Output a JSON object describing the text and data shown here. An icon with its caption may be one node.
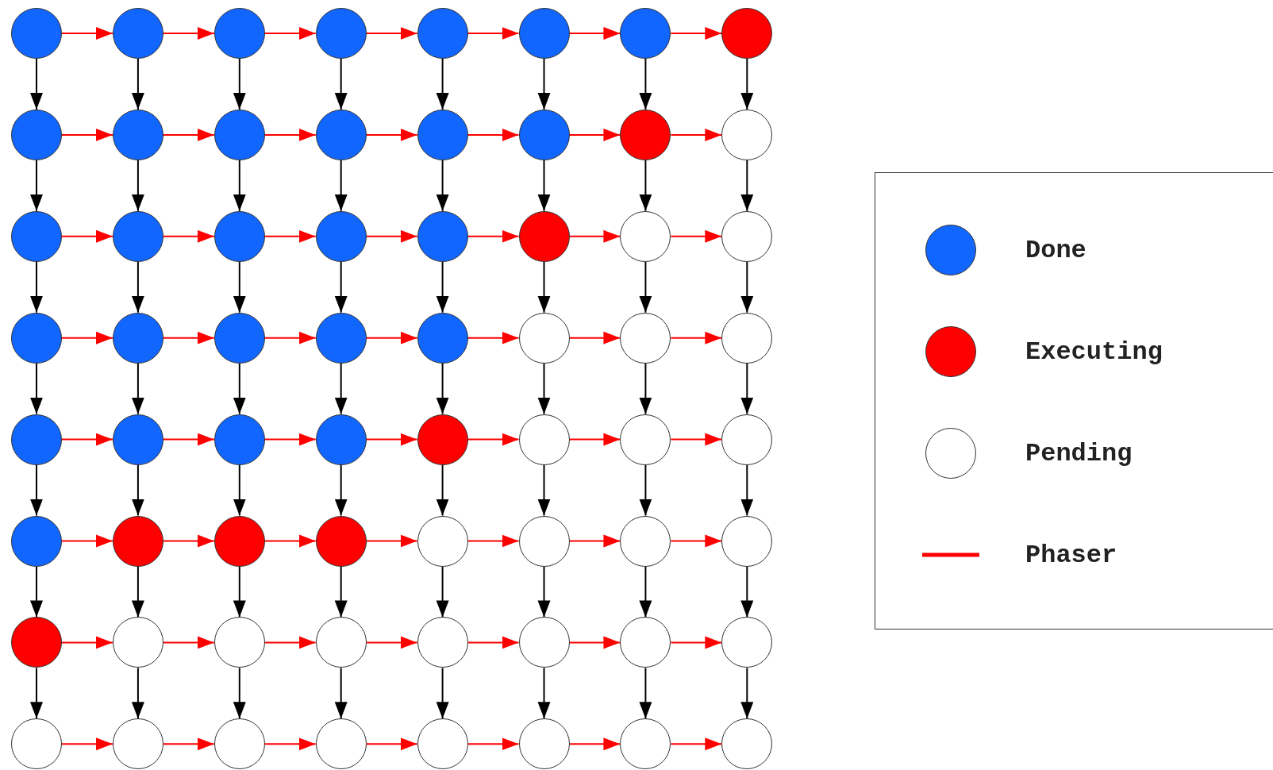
{
  "diagram": {
    "nodes": [
      {
        "text": [],
        "shape": "circle"
      },
      {
        "text": [],
        "shape": "circle"
      },
      {
        "text": [],
        "shape": "circle"
      },
      {
        "text": [],
        "shape": "circle"
      },
      {
        "text": [],
        "shape": "circle"
      },
      {
        "text": [],
        "shape": "circle"
      },
      {
        "text": [],
        "shape": "circle"
      },
      {
        "text": [],
        "shape": "circle"
      },
      {
        "text": [],
        "shape": "circle"
      },
      {
        "text": [],
        "shape": "circle"
      },
      {
        "text": [],
        "shape": "circle"
      },
      {
        "text": [],
        "shape": "circle"
      },
      {
        "text": [],
        "shape": "circle"
      },
      {
        "text": [],
        "shape": "circle"
      },
      {
        "text": [],
        "shape": "circle"
      },
      {
        "text": [],
        "shape": "circle"
      },
      {
        "text": [],
        "shape": "circle"
      },
      {
        "text": [],
        "shape": "circle"
      },
      {
        "text": [],
        "shape": "circle"
      },
      {
        "text": [],
        "shape": "circle"
      },
      {
        "text": [],
        "shape": "circle"
      },
      {
        "text": [],
        "shape": "circle"
      },
      {
        "text": [],
        "shape": "circle"
      },
      {
        "text": [],
        "shape": "circle"
      },
      {
        "text": [],
        "shape": "circle"
      },
      {
        "text": [],
        "shape": "circle"
      },
      {
        "text": [],
        "shape": "circle"
      },
      {
        "text": [],
        "shape": "circle"
      },
      {
        "text": [],
        "shape": "circle"
      },
      {
        "text": [],
        "shape": "circle"
      },
      {
        "text": [],
        "shape": "circle"
      },
      {
        "text": [],
        "shape": "circle"
      },
      {
        "text": [],
        "shape": "circle"
      },
      {
        "text": [],
        "shape": "circle"
      },
      {
        "text": [],
        "shape": "circle"
      },
      {
        "text": [],
        "shape": "circle"
      },
      {
        "text": [],
        "shape": "circle"
      },
      {
        "text": [],
        "shape": "circle"
      },
      {
        "text": [],
        "shape": "circle"
      },
      {
        "text": [],
        "shape": "circle"
      },
      {
        "text": [],
        "shape": "circle"
      },
      {
        "text": [],
        "shape": "circle"
      },
      {
        "text": [],
        "shape": "circle"
      },
      {
        "text": [],
        "shape": "circle"
      },
      {
        "text": [],
        "shape": "circle"
      },
      {
        "text": [],
        "shape": "circle"
      },
      {
        "text": [],
        "shape": "circle"
      },
      {
        "text": [],
        "shape": "circle"
      },
      {
        "text": [],
        "shape": "circle"
      },
      {
        "text": [],
        "shape": "circle"
      },
      {
        "text": [],
        "shape": "circle"
      },
      {
        "text": [],
        "shape": "circle"
      },
      {
        "text": [],
        "shape": "circle"
      },
      {
        "text": [],
        "shape": "circle"
      },
      {
        "text": [],
        "shape": "circle"
      },
      {
        "text": [],
        "shape": "circle"
      },
      {
        "text": [],
        "shape": "circle"
      },
      {
        "text": [],
        "shape": "circle"
      },
      {
        "text": [],
        "shape": "circle"
      },
      {
        "text": [],
        "shape": "circle"
      },
      {
        "text": [],
        "shape": "circle"
      },
      {
        "text": [],
        "shape": "circle"
      },
      {
        "text": [],
        "shape": "circle"
      },
      {
        "text": [],
        "shape": "circle"
      }
    ],
    "edges": [
      {
        "from": 0,
        "to": 1,
        "arrow": "to",
        "color": "#ff0000"
      },
      {
        "from": 1,
        "to": 2,
        "arrow": "to",
        "color": "#ff0000"
      },
      {
        "from": 2,
        "to": 3,
        "arrow": "to",
        "color": "#ff0000"
      },
      {
        "from": 3,
        "to": 4,
        "arrow": "to",
        "color": "#ff0000"
      },
      {
        "from": 4,
        "to": 5,
        "arrow": "to",
        "color": "#ff0000"
      },
      {
        "from": 5,
        "to": 6,
        "arrow": "to",
        "color": "#ff0000"
      },
      {
        "from": 6,
        "to": 7,
        "arrow": "to",
        "color": "#ff0000"
      },
      {
        "from": 0,
        "to": 8,
        "arrow": "to",
        "color": "#000000"
      },
      {
        "from": 1,
        "to": 9,
        "arrow": "to",
        "color": "#000000"
      },
      {
        "from": 2,
        "to": 10,
        "arrow": "to",
        "color": "#000000"
      },
      {
        "from": 3,
        "to": 11,
        "arrow": "to",
        "color": "#000000"
      },
      {
        "from": 4,
        "to": 12,
        "arrow": "to",
        "color": "#000000"
      },
      {
        "from": 5,
        "to": 13,
        "arrow": "to",
        "color": "#000000"
      },
      {
        "from": 6,
        "to": 14,
        "arrow": "to",
        "color": "#000000"
      },
      {
        "from": 7,
        "to": 15,
        "arrow": "to",
        "color": "#000000"
      },
      {
        "from": 8,
        "to": 9,
        "arrow": "to",
        "color": "#ff0000"
      },
      {
        "from": 9,
        "to": 10,
        "arrow": "to",
        "color": "#ff0000"
      },
      {
        "from": 10,
        "to": 11,
        "arrow": "to",
        "color": "#ff0000"
      },
      {
        "from": 11,
        "to": 12,
        "arrow": "to",
        "color": "#ff0000"
      },
      {
        "from": 12,
        "to": 13,
        "arrow": "to",
        "color": "#ff0000"
      },
      {
        "from": 13,
        "to": 14,
        "arrow": "to",
        "color": "#ff0000"
      },
      {
        "from": 14,
        "to": 15,
        "arrow": "to",
        "color": "#ff0000"
      },
      {
        "from": 8,
        "to": 16,
        "arrow": "to",
        "color": "#000000"
      },
      {
        "from": 9,
        "to": 17,
        "arrow": "to",
        "color": "#000000"
      },
      {
        "from": 10,
        "to": 18,
        "arrow": "to",
        "color": "#000000"
      },
      {
        "from": 11,
        "to": 19,
        "arrow": "to",
        "color": "#000000"
      },
      {
        "from": 12,
        "to": 20,
        "arrow": "to",
        "color": "#000000"
      },
      {
        "from": 13,
        "to": 21,
        "arrow": "to",
        "color": "#000000"
      },
      {
        "from": 14,
        "to": 22,
        "arrow": "to",
        "color": "#000000"
      },
      {
        "from": 15,
        "to": 23,
        "arrow": "to",
        "color": "#000000"
      },
      {
        "from": 16,
        "to": 17,
        "arrow": "to",
        "color": "#ff0000"
      },
      {
        "from": 17,
        "to": 18,
        "arrow": "to",
        "color": "#ff0000"
      },
      {
        "from": 18,
        "to": 19,
        "arrow": "to",
        "color": "#ff0000"
      },
      {
        "from": 19,
        "to": 20,
        "arrow": "to",
        "color": "#ff0000"
      },
      {
        "from": 20,
        "to": 21,
        "arrow": "to",
        "color": "#ff0000"
      },
      {
        "from": 21,
        "to": 22,
        "arrow": "to",
        "color": "#ff0000"
      },
      {
        "from": 22,
        "to": 23,
        "arrow": "to",
        "color": "#ff0000"
      },
      {
        "from": 16,
        "to": 24,
        "arrow": "to",
        "color": "#000000"
      },
      {
        "from": 17,
        "to": 25,
        "arrow": "to",
        "color": "#000000"
      },
      {
        "from": 18,
        "to": 26,
        "arrow": "to",
        "color": "#000000"
      },
      {
        "from": 19,
        "to": 27,
        "arrow": "to",
        "color": "#000000"
      },
      {
        "from": 20,
        "to": 28,
        "arrow": "to",
        "color": "#000000"
      },
      {
        "from": 21,
        "to": 29,
        "arrow": "to",
        "color": "#000000"
      },
      {
        "from": 22,
        "to": 30,
        "arrow": "to",
        "color": "#000000"
      },
      {
        "from": 23,
        "to": 31,
        "arrow": "to",
        "color": "#000000"
      },
      {
        "from": 24,
        "to": 25,
        "arrow": "to",
        "color": "#ff0000"
      },
      {
        "from": 25,
        "to": 26,
        "arrow": "to",
        "color": "#ff0000"
      },
      {
        "from": 26,
        "to": 27,
        "arrow": "to",
        "color": "#ff0000"
      },
      {
        "from": 27,
        "to": 28,
        "arrow": "to",
        "color": "#ff0000"
      },
      {
        "from": 28,
        "to": 29,
        "arrow": "to",
        "color": "#ff0000"
      },
      {
        "from": 29,
        "to": 30,
        "arrow": "to",
        "color": "#ff0000"
      },
      {
        "from": 30,
        "to": 31,
        "arrow": "to",
        "color": "#ff0000"
      },
      {
        "from": 24,
        "to": 32,
        "arrow": "to",
        "color": "#000000"
      },
      {
        "from": 25,
        "to": 33,
        "arrow": "to",
        "color": "#000000"
      },
      {
        "from": 26,
        "to": 34,
        "arrow": "to",
        "color": "#000000"
      },
      {
        "from": 27,
        "to": 35,
        "arrow": "to",
        "color": "#000000"
      },
      {
        "from": 28,
        "to": 36,
        "arrow": "to",
        "color": "#000000"
      },
      {
        "from": 29,
        "to": 37,
        "arrow": "to",
        "color": "#000000"
      },
      {
        "from": 30,
        "to": 38,
        "arrow": "to",
        "color": "#000000"
      },
      {
        "from": 31,
        "to": 39,
        "arrow": "to",
        "color": "#000000"
      },
      {
        "from": 32,
        "to": 33,
        "arrow": "to",
        "color": "#ff0000"
      },
      {
        "from": 33,
        "to": 34,
        "arrow": "to",
        "color": "#ff0000"
      },
      {
        "from": 34,
        "to": 35,
        "arrow": "to",
        "color": "#ff0000"
      },
      {
        "from": 35,
        "to": 36,
        "arrow": "to",
        "color": "#ff0000"
      },
      {
        "from": 36,
        "to": 37,
        "arrow": "to",
        "color": "#ff0000"
      },
      {
        "from": 37,
        "to": 38,
        "arrow": "to",
        "color": "#ff0000"
      },
      {
        "from": 38,
        "to": 39,
        "arrow": "to",
        "color": "#ff0000"
      },
      {
        "from": 32,
        "to": 40,
        "arrow": "to",
        "color": "#000000"
      },
      {
        "from": 33,
        "to": 41,
        "arrow": "to",
        "color": "#000000"
      },
      {
        "from": 34,
        "to": 42,
        "arrow": "to",
        "color": "#000000"
      },
      {
        "from": 35,
        "to": 43,
        "arrow": "to",
        "color": "#000000"
      },
      {
        "from": 36,
        "to": 44,
        "arrow": "to",
        "color": "#000000"
      },
      {
        "from": 37,
        "to": 45,
        "arrow": "to",
        "color": "#000000"
      },
      {
        "from": 38,
        "to": 46,
        "arrow": "to",
        "color": "#000000"
      },
      {
        "from": 39,
        "to": 47,
        "arrow": "to",
        "color": "#000000"
      },
      {
        "from": 40,
        "to": 41,
        "arrow": "to",
        "color": "#ff0000"
      },
      {
        "from": 41,
        "to": 42,
        "arrow": "to",
        "color": "#ff0000"
      },
      {
        "from": 42,
        "to": 43,
        "arrow": "to",
        "color": "#ff0000"
      },
      {
        "from": 43,
        "to": 44,
        "arrow": "to",
        "color": "#ff0000"
      },
      {
        "from": 44,
        "to": 45,
        "arrow": "to",
        "color": "#ff0000"
      },
      {
        "from": 45,
        "to": 46,
        "arrow": "to",
        "color": "#ff0000"
      },
      {
        "from": 46,
        "to": 47,
        "arrow": "to",
        "color": "#ff0000"
      },
      {
        "from": 40,
        "to": 48,
        "arrow": "to",
        "color": "#000000"
      },
      {
        "from": 41,
        "to": 49,
        "arrow": "to",
        "color": "#000000"
      },
      {
        "from": 42,
        "to": 50,
        "arrow": "to",
        "color": "#000000"
      },
      {
        "from": 43,
        "to": 51,
        "arrow": "to",
        "color": "#000000"
      },
      {
        "from": 44,
        "to": 52,
        "arrow": "to",
        "color": "#000000"
      },
      {
        "from": 45,
        "to": 53,
        "arrow": "to",
        "color": "#000000"
      },
      {
        "from": 46,
        "to": 54,
        "arrow": "to",
        "color": "#000000"
      },
      {
        "from": 47,
        "to": 55,
        "arrow": "to",
        "color": "#000000"
      },
      {
        "from": 48,
        "to": 49,
        "arrow": "to",
        "color": "#ff0000"
      },
      {
        "from": 49,
        "to": 50,
        "arrow": "to",
        "color": "#ff0000"
      },
      {
        "from": 50,
        "to": 51,
        "arrow": "to",
        "color": "#ff0000"
      },
      {
        "from": 51,
        "to": 52,
        "arrow": "to",
        "color": "#ff0000"
      },
      {
        "from": 52,
        "to": 53,
        "arrow": "to",
        "color": "#ff0000"
      },
      {
        "from": 53,
        "to": 54,
        "arrow": "to",
        "color": "#ff0000"
      },
      {
        "from": 54,
        "to": 55,
        "arrow": "to",
        "color": "#ff0000"
      },
      {
        "from": 48,
        "to": 56,
        "arrow": "to",
        "color": "#000000"
      },
      {
        "from": 49,
        "to": 57,
        "arrow": "to",
        "color": "#000000"
      },
      {
        "from": 50,
        "to": 58,
        "arrow": "to",
        "color": "#000000"
      },
      {
        "from": 51,
        "to": 59,
        "arrow": "to",
        "color": "#000000"
      },
      {
        "from": 52,
        "to": 60,
        "arrow": "to",
        "color": "#000000"
      },
      {
        "from": 53,
        "to": 61,
        "arrow": "to",
        "color": "#000000"
      },
      {
        "from": 54,
        "to": 62,
        "arrow": "to",
        "color": "#000000"
      },
      {
        "from": 55,
        "to": 63,
        "arrow": "to",
        "color": "#000000"
      },
      {
        "from": 56,
        "to": 57,
        "arrow": "to",
        "color": "#ff0000"
      },
      {
        "from": 57,
        "to": 58,
        "arrow": "to",
        "color": "#ff0000"
      },
      {
        "from": 58,
        "to": 59,
        "arrow": "to",
        "color": "#ff0000"
      },
      {
        "from": 59,
        "to": 60,
        "arrow": "to",
        "color": "#ff0000"
      },
      {
        "from": 60,
        "to": 61,
        "arrow": "to",
        "color": "#ff0000"
      },
      {
        "from": 61,
        "to": 62,
        "arrow": "to",
        "color": "#ff0000"
      },
      {
        "from": 62,
        "to": 63,
        "arrow": "to",
        "color": "#ff0000"
      }
    ],
    "legend": [
      {
        "text": "Done",
        "color": "#1166ff"
      },
      {
        "text": "Executing",
        "color": "#ff0000"
      },
      {
        "text": "Pending",
        "color": "#ffffff"
      },
      {
        "text": "Phaser"
      }
    ]
  }
}
